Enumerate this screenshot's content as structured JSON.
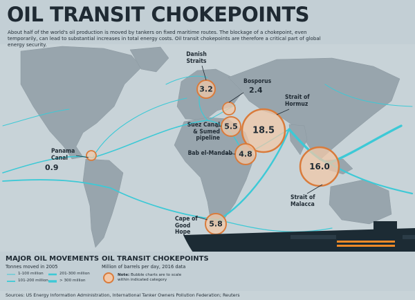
{
  "title": "OIL TRANSIT CHOKEPOINTS",
  "intro": "About half of the world's oil production is moved by tankers on fixed maritime routes. The blockage of a chokepoint, even temporarily, can lead to substantial increases in total energy costs. Oil transit chokepoints are therefore a critical part of global energy security.",
  "chokepoints": [
    {
      "name": "Danish Straits",
      "value": "3.2"
    },
    {
      "name": "Bosporus",
      "value": "2.4"
    },
    {
      "name": "Strait of Hormuz",
      "value": "18.5"
    },
    {
      "name": "Suez Canal & Sumed pipeline",
      "value": "5.5"
    },
    {
      "name": "Bab el-Mandab",
      "value": "4.8"
    },
    {
      "name": "Panama Canal",
      "value": "0.9"
    },
    {
      "name": "Strait of Malacca",
      "value": "16.0"
    },
    {
      "name": "Cape of Good Hope",
      "value": "5.8"
    }
  ],
  "legend": {
    "movements_title": "MAJOR OIL MOVEMENTS",
    "movements_sub": "Tonnes moved in 2005",
    "items": [
      "1-100 million",
      "101-200 million",
      "201-300 million",
      "> 300 million"
    ],
    "chokepoints_title": "OIL TRANSIT CHOKEPOINTS",
    "chokepoints_sub": "Million of barrels per day, 2016 data",
    "note_bold": "Note:",
    "note": "Bubble charts are to scale within indicated category"
  },
  "sources": "Sources: US Energy Information Administration, International Tanker Owners Pollution Federation; Reuters",
  "colors": {
    "background": "#c8d3d8",
    "land": "#98a5ad",
    "route": "#3dc9d6",
    "bubble_fill": "#f2c8a8",
    "bubble_stroke": "#d97b3b",
    "ship_hull": "#1c2b34",
    "ship_accent": "#f08a28"
  }
}
